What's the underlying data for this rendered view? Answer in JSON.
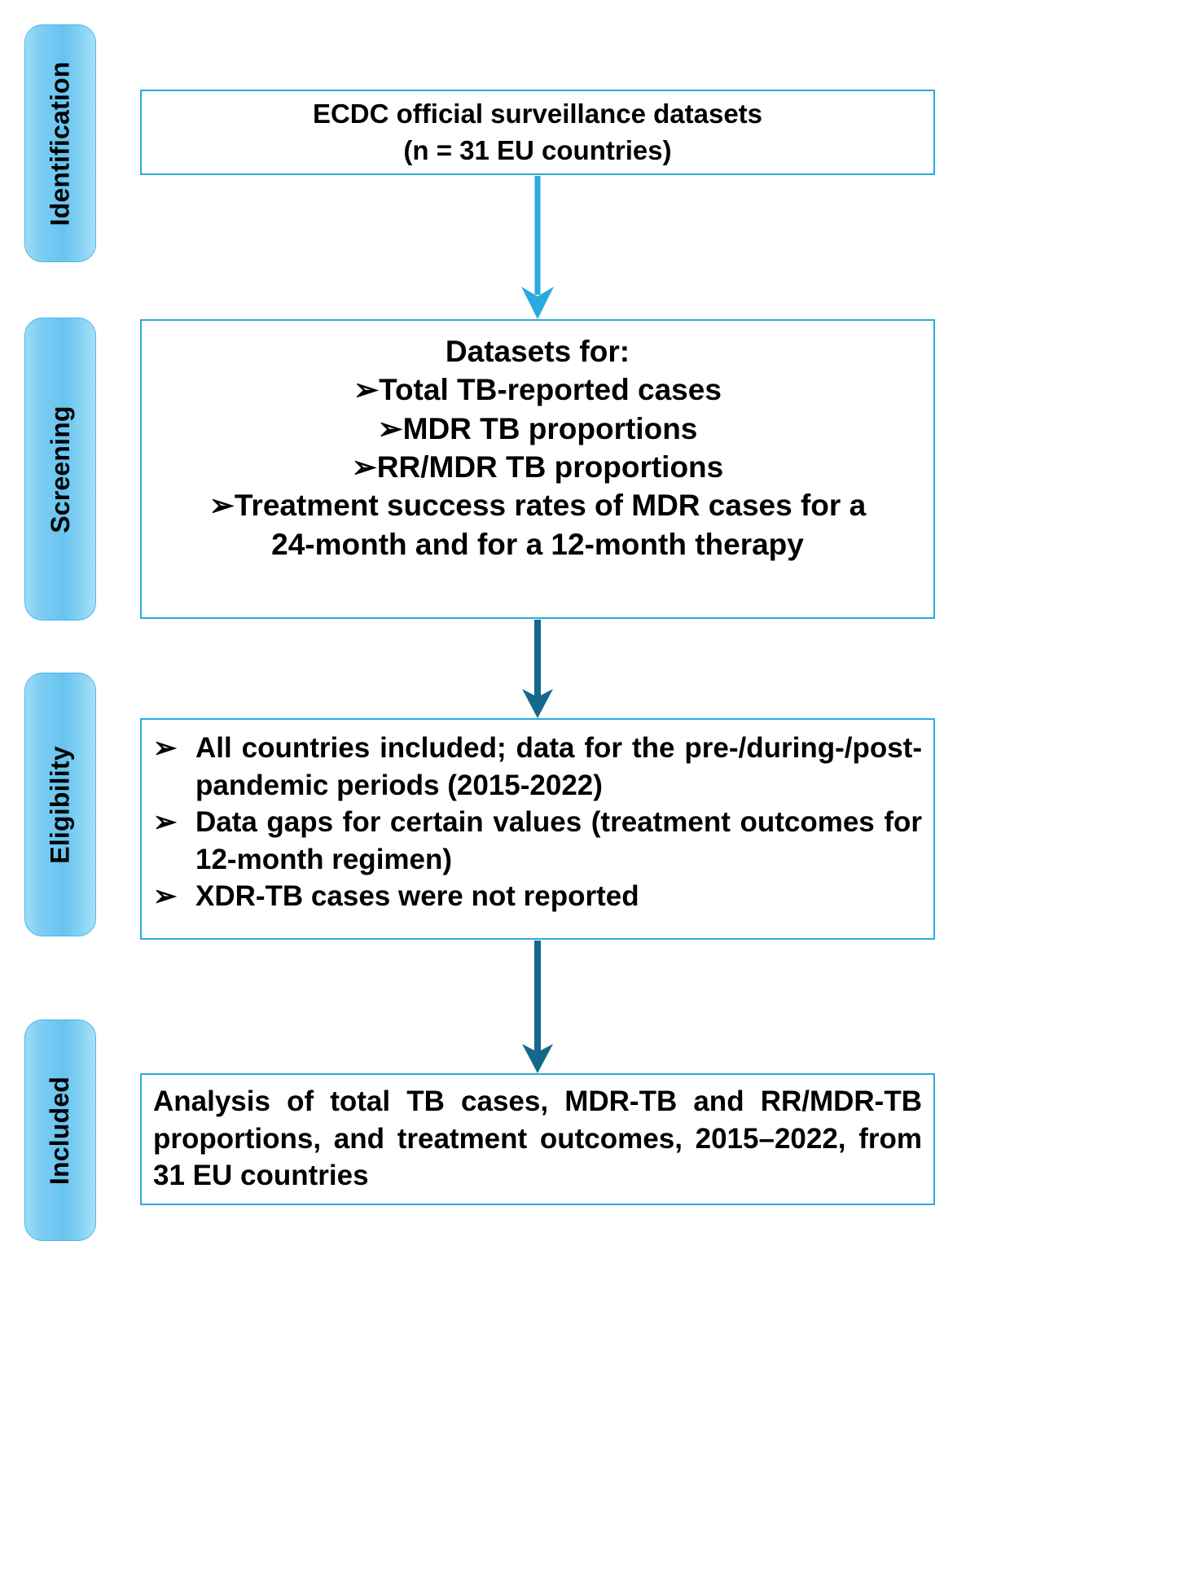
{
  "diagram": {
    "title": "PRISMA-style study selection flow diagram",
    "colors": {
      "box_border": "#2aaae0",
      "stage_fill_light": "#9ddcf7",
      "stage_fill_dark": "#66c4f0",
      "arrow_light": "#2aaae0",
      "arrow_dark": "#14688c",
      "text": "#000000",
      "background": "#ffffff"
    },
    "bullet_marker": "➢"
  },
  "stages": [
    {
      "id": "identification",
      "label": "Identification"
    },
    {
      "id": "screening",
      "label": "Screening"
    },
    {
      "id": "eligibility",
      "label": "Eligibility"
    },
    {
      "id": "included",
      "label": "Included"
    }
  ],
  "boxes": {
    "identification": {
      "line1": "ECDC official surveillance datasets",
      "line2": "(n = 31 EU countries)"
    },
    "screening": {
      "heading": "Datasets for:",
      "bullets": [
        "Total TB-reported cases",
        "MDR TB proportions",
        "RR/MDR TB proportions",
        "Treatment success rates of MDR cases for a"
      ],
      "bullet4_continuation": "24-month and for a 12-month therapy"
    },
    "eligibility": {
      "bullets": [
        "All countries included; data for the pre-/during-/post-pandemic periods (2015-2022)",
        "Data gaps for certain values (treatment outcomes for 12-month regimen)",
        "XDR-TB cases were not reported"
      ]
    },
    "included": {
      "text": "Analysis of total TB cases, MDR-TB and RR/MDR-TB proportions, and treatment outcomes, 2015–2022, from 31 EU countries"
    }
  },
  "arrows": [
    {
      "id": "identification-to-screening",
      "color": "#2aaae0"
    },
    {
      "id": "screening-to-eligibility",
      "color": "#14688c"
    },
    {
      "id": "eligibility-to-included",
      "color": "#14688c"
    }
  ]
}
